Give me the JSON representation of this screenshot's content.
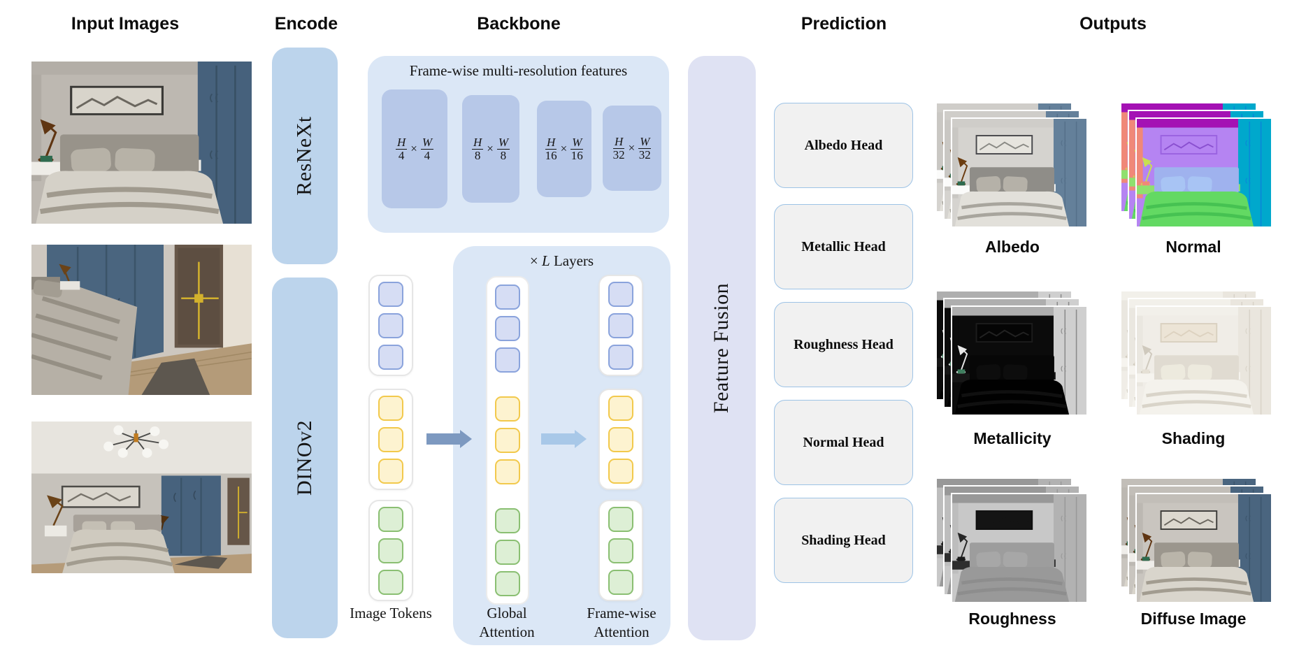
{
  "columns": {
    "input_images": "Input Images",
    "encode": "Encode",
    "backbone": "Backbone",
    "prediction": "Prediction",
    "outputs": "Outputs"
  },
  "encode": {
    "encoders": [
      "ResNeXt",
      "DINOv2"
    ]
  },
  "backbone": {
    "features_panel": {
      "title": "Frame-wise multi-resolution features",
      "times": "×",
      "resolutions": [
        {
          "h": "H",
          "h_div": "4",
          "w": "W",
          "w_div": "4"
        },
        {
          "h": "H",
          "h_div": "8",
          "w": "W",
          "w_div": "8"
        },
        {
          "h": "H",
          "h_div": "16",
          "w": "W",
          "w_div": "16"
        },
        {
          "h": "H",
          "h_div": "32",
          "w": "W",
          "w_div": "32"
        }
      ]
    },
    "layers_panel": {
      "times": "×",
      "variable": "L",
      "suffix": "Layers"
    },
    "token_columns": [
      {
        "label": "Image Tokens"
      },
      {
        "label": "Global Attention"
      },
      {
        "label": "Frame-wise Attention"
      }
    ]
  },
  "fusion": {
    "label": "Feature Fusion"
  },
  "prediction": {
    "heads": [
      "Albedo Head",
      "Metallic Head",
      "Roughness Head",
      "Normal Head",
      "Shading Head"
    ]
  },
  "outputs": {
    "items": [
      "Albedo",
      "Normal",
      "Metallicity",
      "Shading",
      "Roughness",
      "Diffuse Image"
    ]
  },
  "colors": {
    "encoder-fill": "#bcd4ec",
    "panel-fill": "#dbe7f6",
    "resolution-fill": "#b7c8e8",
    "token-blue-fill": "#d6ddf4",
    "token-blue-border": "#8aa3dc",
    "token-yellow-fill": "#fdf3d0",
    "token-yellow-border": "#f2c94c",
    "token-green-fill": "#ddefd5",
    "token-green-border": "#8abf72",
    "fusion-fill": "#dfe2f3",
    "head-fill": "#f1f1f1",
    "head-border": "#9dc3e6",
    "arrow-dark": "#7d99c0",
    "arrow-light": "#a8c8e8"
  }
}
